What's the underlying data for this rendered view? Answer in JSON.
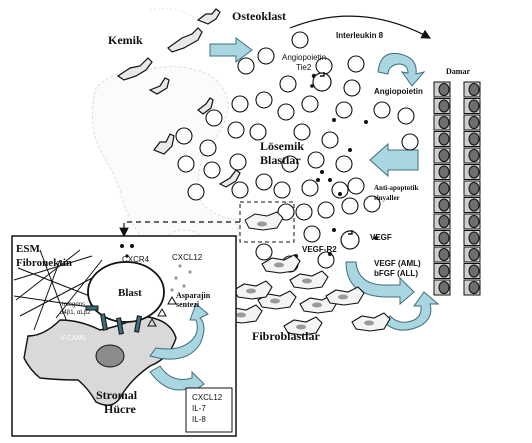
{
  "labels": {
    "kemik": "Kemik",
    "osteoklast": "Osteoklast",
    "interleukin8": "Interleukin 8",
    "angiopoietin_top": "Angiopoietin",
    "tie2": "Tie2",
    "angiopoietin_right": "Angiopoietin",
    "damar": "Damar",
    "losemik": "Lösemik",
    "blastlar": "Blastlar",
    "anti_apoptotik": "Anti-apoptotik",
    "sinyaller": "sinyaller",
    "vegf": "VEGF",
    "vegf_r2": "VEGF-R2",
    "vegf_aml": "VEGF (AML)",
    "bfgf_all": "bFGF (ALL)",
    "fibroblastlar": "Fibroblastlar",
    "esm": "ESM",
    "fibronektin": "Fibronektin",
    "cxcr4": "CXCR4",
    "cxcl12_inset": "CXCL12",
    "blast": "Blast",
    "integrins": "Integrins",
    "integrin_types": "α4β1, αLβ2",
    "asparajin": "Asparajin",
    "sentezi": "sentezi",
    "vcam1": "V-CAM1",
    "stromal": "Stromal",
    "hucre": "Hücre",
    "box_cxcl12": "CXCL12",
    "box_il7": "IL-7",
    "box_il8": "IL-8"
  },
  "colors": {
    "arrow_fill": "#a9d6e0",
    "arrow_stroke": "#3d6f7c",
    "line": "#111111",
    "cell_fill": "#ffffff",
    "stromal_fill": "#d9d9d9",
    "nucleus_fill": "#8c8c8c"
  }
}
